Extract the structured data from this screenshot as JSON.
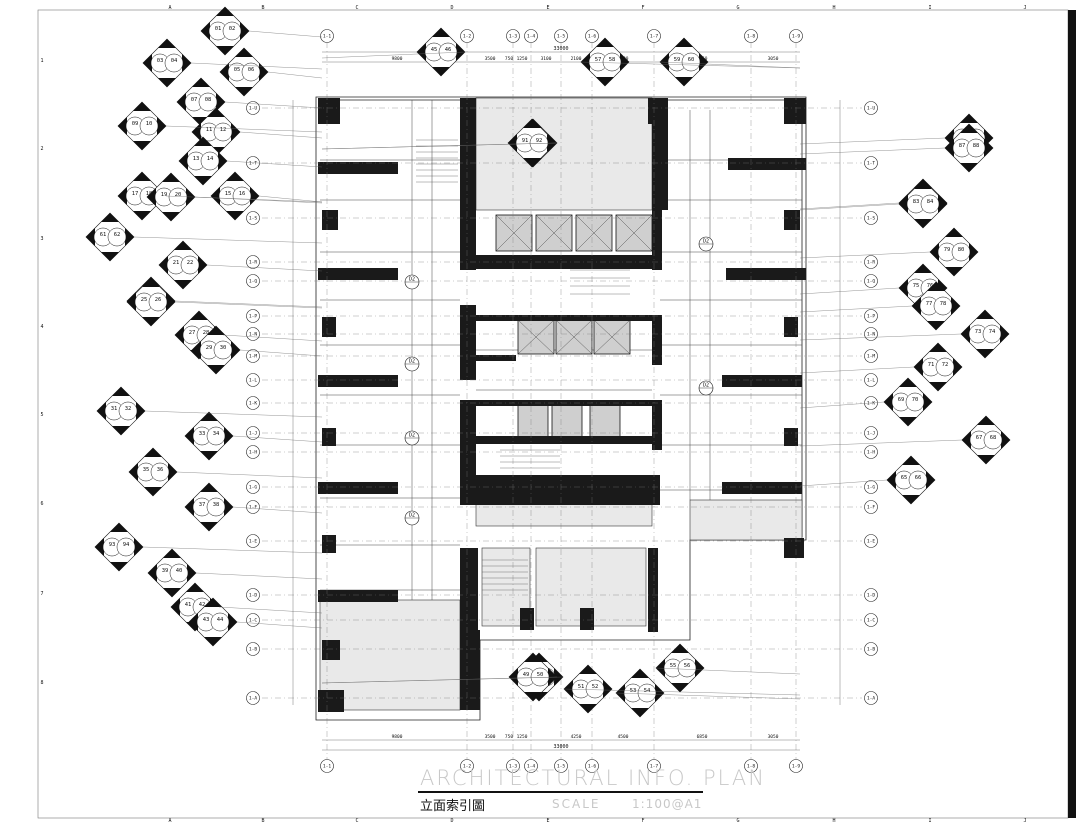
{
  "drawing": {
    "title_en": "ARCHITECTURAL INFO. PLAN",
    "title_cn": "立面索引圖",
    "scale_label": "SCALE",
    "scale_value": "1:100@A1"
  },
  "grid_top": [
    "1-1",
    "1-2",
    "1-3",
    "1-4",
    "1-5",
    "1-6",
    "1-7",
    "1-8",
    "1-9"
  ],
  "grid_bottom": [
    "1-1",
    "1-2",
    "1-3",
    "1-4",
    "1-5",
    "1-6",
    "1-7",
    "1-8",
    "1-9"
  ],
  "grid_rows": [
    "1-U",
    "1-T",
    "1-S",
    "1-R",
    "1-Q",
    "1-P",
    "1-N",
    "1-M",
    "1-L",
    "1-K",
    "1-J",
    "1-H",
    "1-G",
    "1-F",
    "1-E",
    "1-D",
    "1-C",
    "1-B",
    "1-A"
  ],
  "border_cols": [
    "A",
    "B",
    "C",
    "D",
    "E",
    "F",
    "G",
    "H",
    "I",
    "J"
  ],
  "border_rows": [
    "1",
    "2",
    "3",
    "4",
    "5",
    "6",
    "7",
    "8"
  ],
  "dims_top": [
    "9800",
    "3500",
    "750",
    "1250",
    "3100",
    "2100",
    "4500",
    "6850",
    "3050"
  ],
  "dims_top_total": "33000",
  "dims_bottom": [
    "9800",
    "3500",
    "750",
    "1250",
    "4250",
    "4500",
    "6850",
    "3050"
  ],
  "dims_bottom_total": "33000",
  "room_tags": [
    "D2",
    "D2",
    "D2",
    "D2",
    "D2",
    "D2"
  ],
  "callouts": [
    "01",
    "02",
    "03",
    "04",
    "05",
    "06",
    "07",
    "08",
    "09",
    "10",
    "11",
    "12",
    "13",
    "14",
    "15",
    "16",
    "17",
    "18",
    "19",
    "20",
    "21",
    "22",
    "23",
    "24",
    "25",
    "26",
    "27",
    "28",
    "29",
    "30",
    "31",
    "32",
    "33",
    "34",
    "35",
    "36",
    "37",
    "38",
    "39",
    "40",
    "41",
    "42",
    "43",
    "44",
    "45",
    "46",
    "47",
    "48",
    "49",
    "50",
    "51",
    "52",
    "53",
    "54",
    "55",
    "56",
    "57",
    "58",
    "59",
    "60",
    "61",
    "62",
    "63",
    "64",
    "65",
    "66",
    "67",
    "68",
    "69",
    "70",
    "71",
    "72",
    "73",
    "74",
    "75",
    "76",
    "77",
    "78",
    "79",
    "80",
    "81",
    "82",
    "83",
    "84",
    "85",
    "86",
    "87",
    "88",
    "89",
    "90",
    "91",
    "92",
    "93",
    "94"
  ]
}
